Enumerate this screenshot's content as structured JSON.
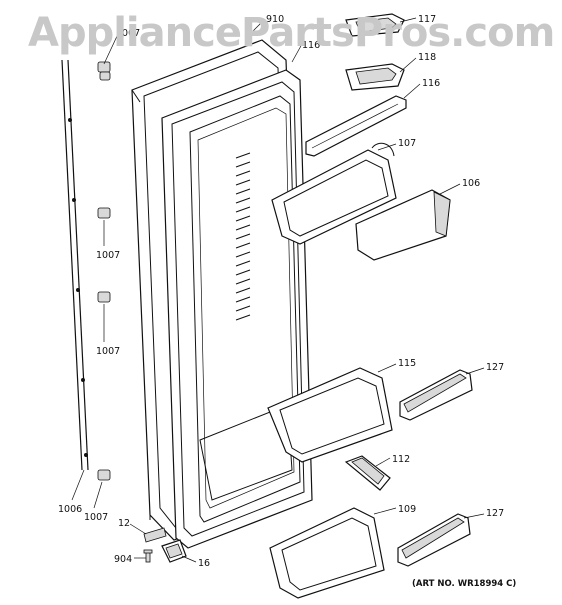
{
  "watermark": "AppliancePartsPros.com",
  "art_number": "(ART NO. WR18994 C)",
  "callouts": [
    {
      "id": "c910",
      "text": "910"
    },
    {
      "id": "c1007a",
      "text": "1007"
    },
    {
      "id": "c116top",
      "text": "116"
    },
    {
      "id": "c117",
      "text": "117"
    },
    {
      "id": "c118",
      "text": "118"
    },
    {
      "id": "c116",
      "text": "116"
    },
    {
      "id": "c107",
      "text": "107"
    },
    {
      "id": "c106",
      "text": "106"
    },
    {
      "id": "c1007b",
      "text": "1007"
    },
    {
      "id": "c1007c",
      "text": "1007"
    },
    {
      "id": "c115",
      "text": "115"
    },
    {
      "id": "c127a",
      "text": "127"
    },
    {
      "id": "c112",
      "text": "112"
    },
    {
      "id": "c1006",
      "text": "1006"
    },
    {
      "id": "c1007d",
      "text": "1007"
    },
    {
      "id": "c109",
      "text": "109"
    },
    {
      "id": "c127b",
      "text": "127"
    },
    {
      "id": "c12",
      "text": "12"
    },
    {
      "id": "c904",
      "text": "904"
    },
    {
      "id": "c16",
      "text": "16"
    }
  ]
}
